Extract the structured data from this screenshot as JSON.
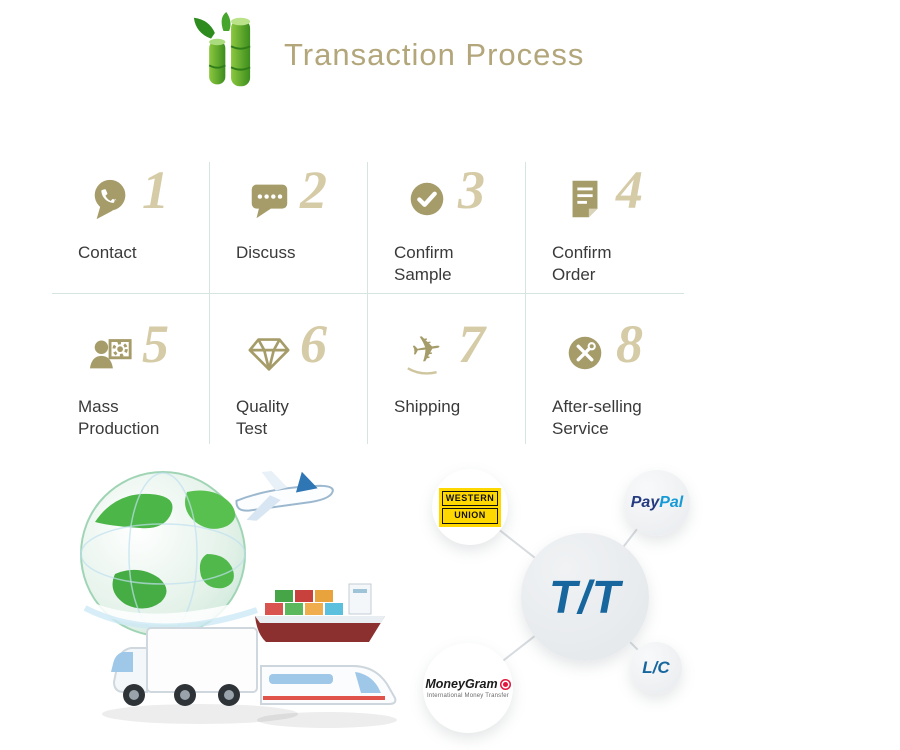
{
  "header": {
    "title": "Transaction Process"
  },
  "steps": [
    {
      "num": "1",
      "label": "Contact"
    },
    {
      "num": "2",
      "label": "Discuss"
    },
    {
      "num": "3",
      "label": "Confirm\nSample"
    },
    {
      "num": "4",
      "label": "Confirm\nOrder"
    },
    {
      "num": "5",
      "label": "Mass\nProduction"
    },
    {
      "num": "6",
      "label": "Quality\nTest"
    },
    {
      "num": "7",
      "label": "Shipping"
    },
    {
      "num": "8",
      "label": "After-selling\nService"
    }
  ],
  "payments": {
    "center_label": "T/T",
    "western_union_line1": "WESTERN",
    "western_union_line2": "UNION",
    "paypal_pay": "Pay",
    "paypal_pal": "Pal",
    "lc_label": "L/C",
    "moneygram_name": "MoneyGram",
    "moneygram_tagline": "International Money Transfer"
  },
  "colors": {
    "accent_tan": "#b2a67a",
    "icon_khaki": "#a69c6a",
    "step_number": "#d5cba6",
    "grid_line": "#d7e5e0",
    "tt_blue": "#17669e",
    "paypal_navy": "#253b80",
    "paypal_blue": "#179bd7",
    "western_union_yellow": "#ffd800",
    "moneygram_red": "#e2173d"
  }
}
